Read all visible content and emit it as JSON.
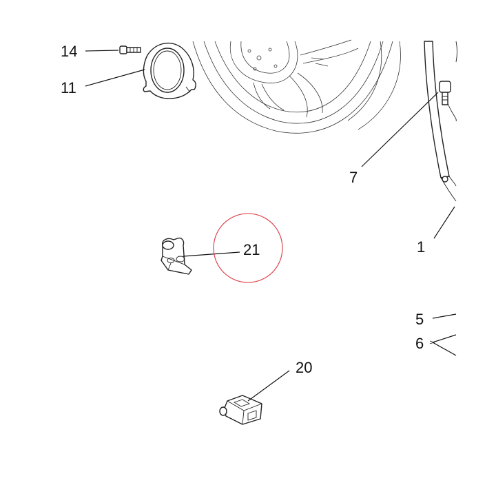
{
  "diagram": {
    "callouts": [
      {
        "id": "14",
        "label": "14"
      },
      {
        "id": "11",
        "label": "11"
      },
      {
        "id": "7",
        "label": "7"
      },
      {
        "id": "1",
        "label": "1"
      },
      {
        "id": "21",
        "label": "21"
      },
      {
        "id": "5",
        "label": "5"
      },
      {
        "id": "6",
        "label": "6"
      },
      {
        "id": "20",
        "label": "20"
      }
    ],
    "highlight": {
      "target": "21",
      "color": "#d9343b"
    }
  }
}
